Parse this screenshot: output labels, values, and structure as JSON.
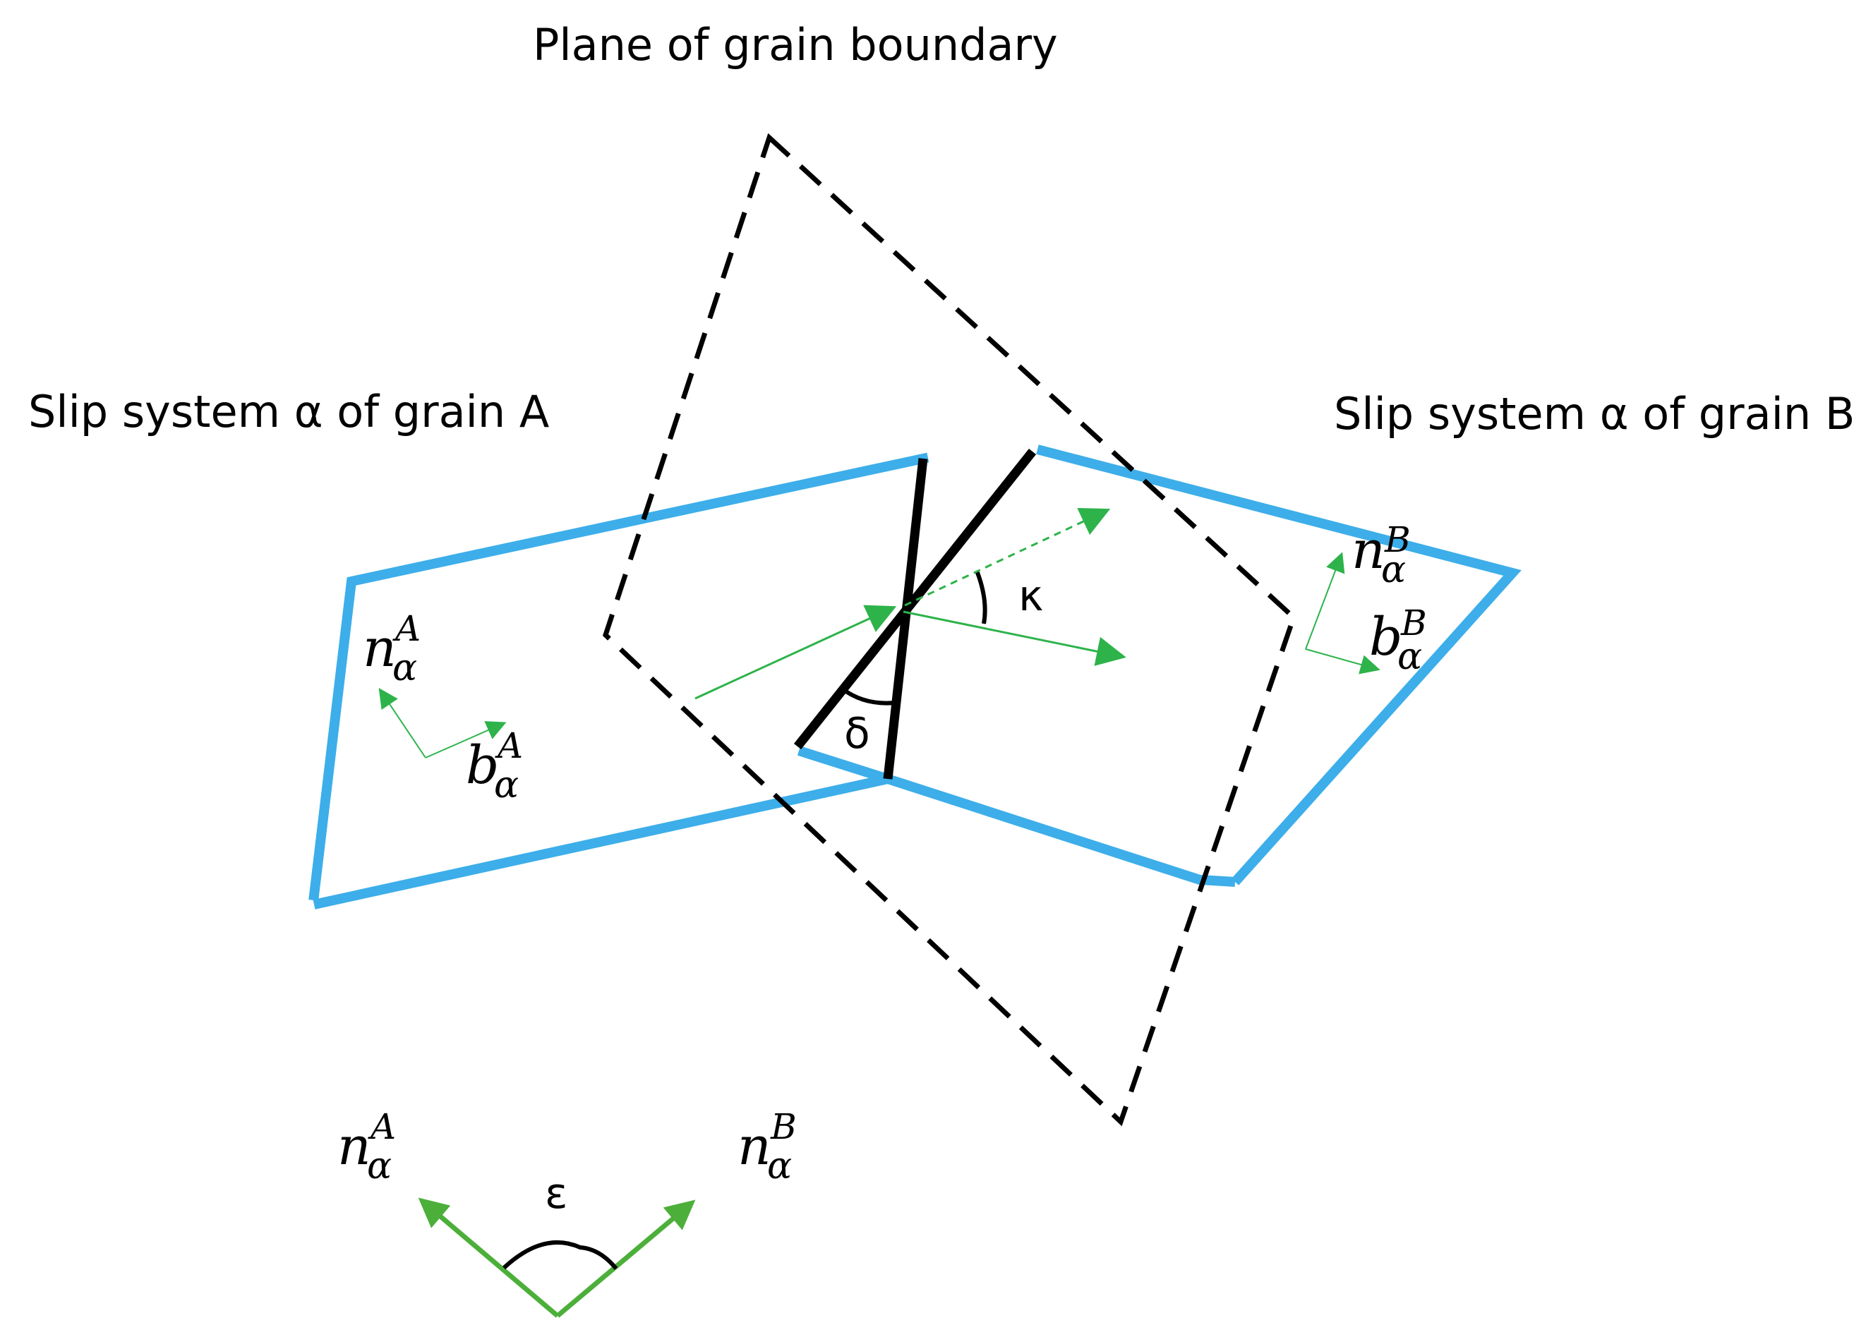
{
  "title": "Plane of grain boundary",
  "labels": {
    "slip_a": "Slip system α of grain A",
    "slip_b": "Slip system α of grain B"
  },
  "angles": {
    "delta": "δ",
    "kappa": "κ",
    "epsilon": "ε"
  },
  "vectors": {
    "n_A": {
      "main": "n",
      "sub": "α",
      "sup": "A"
    },
    "b_A": {
      "main": "b",
      "sub": "α",
      "sup": "A"
    },
    "n_B": {
      "main": "n",
      "sub": "α",
      "sup": "B"
    },
    "b_B": {
      "main": "b",
      "sub": "α",
      "sup": "B"
    },
    "n_A_bottom": {
      "main": "n",
      "sub": "α",
      "sup": "A"
    },
    "n_B_bottom": {
      "main": "n",
      "sub": "α",
      "sup": "B"
    }
  },
  "colors": {
    "slip_plane": "#3daee9",
    "vector": "#2db34a",
    "inset_vector": "#4caf3a",
    "boundary": "#000000"
  }
}
